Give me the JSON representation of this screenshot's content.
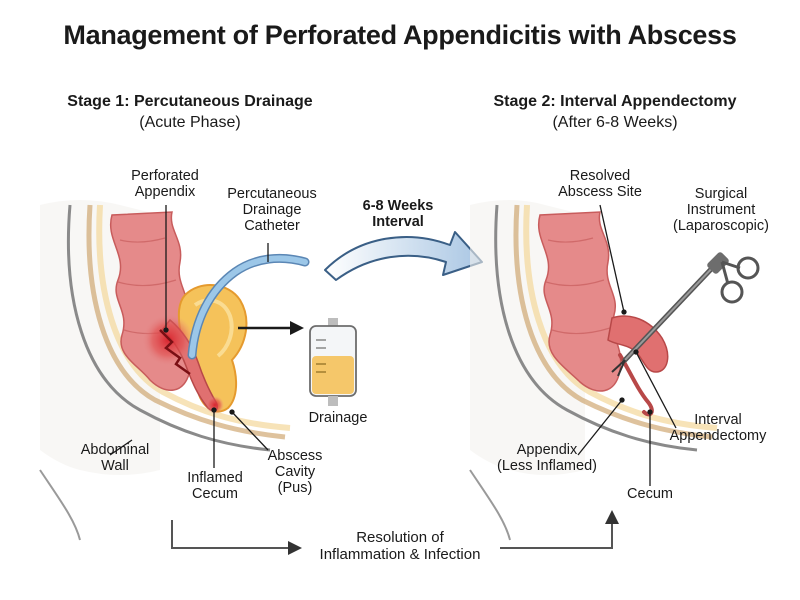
{
  "title": "Management of Perforated Appendicitis with Abscess",
  "stage1": {
    "heading": "Stage 1: Percutaneous Drainage",
    "subheading": "(Acute Phase)"
  },
  "stage2": {
    "heading": "Stage 2: Interval Appendectomy",
    "subheading": "(After 6-8 Weeks)"
  },
  "interval_label": "6-8 Weeks\nInterval",
  "resolution_label": "Resolution of\nInflammation & Infection",
  "labels_stage1": {
    "perforated_appendix": "Perforated\nAppendix",
    "catheter": "Percutaneous\nDrainage\nCatheter",
    "drainage": "Drainage",
    "abdominal_wall": "Abdominal\nWall",
    "inflamed_cecum": "Inflamed\nCecum",
    "abscess_cavity": "Abscess\nCavity\n(Pus)"
  },
  "labels_stage2": {
    "resolved_abscess": "Resolved\nAbscess Site",
    "surgical_instrument": "Surgical\nInstrument\n(Laparoscopic)",
    "interval_appendectomy": "Interval\nAppendectomy",
    "appendix": "Appendix\n(Less Inflamed)",
    "cecum": "Cecum"
  },
  "colors": {
    "tissue": "#e58a8a",
    "tissue_dark": "#c85c5c",
    "abscess": "#f5c25a",
    "abscess_edge": "#e59a2e",
    "catheter": "#9cc7e8",
    "inflammation": "#d8202a",
    "arrow": "#5b87b5"
  }
}
